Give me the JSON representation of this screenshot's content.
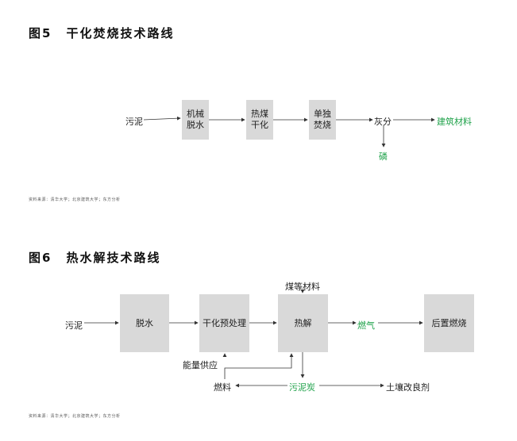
{
  "figure5": {
    "number": "图5",
    "title": "干化焚烧技术路线",
    "source": "资料来源：清华大学；北京建筑大学；东方分析",
    "input": "污泥",
    "steps": [
      "机械\n脱水",
      "热煤\n干化",
      "单独\n焚烧"
    ],
    "ash": "灰分",
    "building_material": "建筑材料",
    "phosphorus": "磷"
  },
  "figure6": {
    "number": "图6",
    "title": "热水解技术路线",
    "source": "资料来源：清华大学；北京建筑大学；东方分析",
    "input": "污泥",
    "steps": [
      "脱水",
      "干化预处理",
      "热解",
      "后置燃烧"
    ],
    "coal": "煤等材料",
    "gas": "燃气",
    "energy": "能量供应",
    "fuel": "燃料",
    "char": "污泥炭",
    "soil": "土壤改良剂"
  },
  "colors": {
    "box": "#d9d9d9",
    "green": "#1fa24a",
    "arrow": "#333333"
  }
}
